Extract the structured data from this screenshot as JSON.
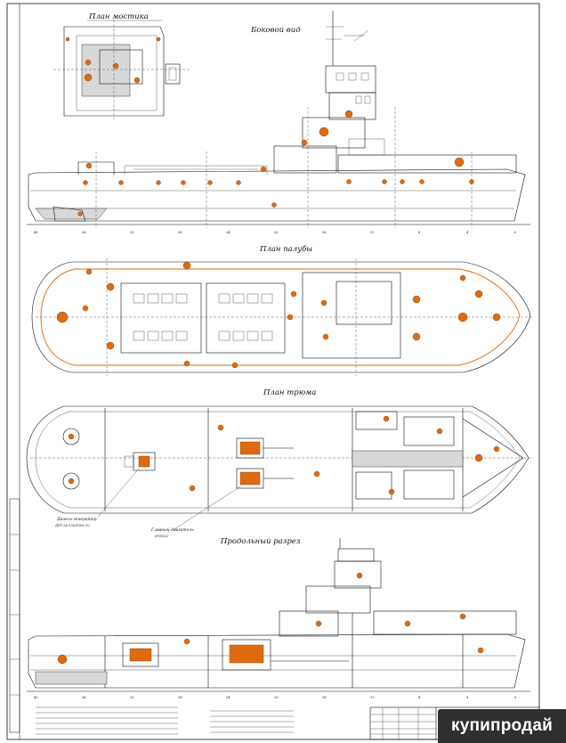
{
  "views": {
    "bridge_plan": "План мостика",
    "side_view": "Боковой вид",
    "deck_plan": "План палубы",
    "hold_plan": "План трюма",
    "longitudinal_section": "Продольный разрез"
  },
  "callouts": {
    "diesel_generator": "Дизель-генератор",
    "diesel_generator_model": "ДГР-2А-150/1500 (2)",
    "main_engine": "Главный двигатель",
    "main_engine_model": "6Ч18/22"
  },
  "frame_numbers": [
    "40",
    "36",
    "32",
    "28",
    "24",
    "20",
    "16",
    "12",
    "8",
    "4",
    "0"
  ],
  "title_block": {
    "sheet_label": "Боковой вид"
  },
  "watermark": {
    "text": "купипродай",
    "color": "#2f2f2f"
  },
  "colors": {
    "equipment": "#e06a10",
    "lines": "#111111"
  }
}
